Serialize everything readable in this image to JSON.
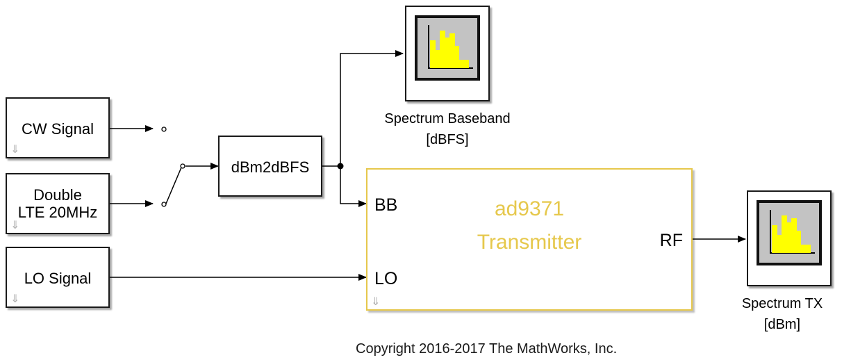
{
  "blocks": {
    "cw_signal": {
      "label": "CW Signal"
    },
    "double_lte": {
      "line1": "Double",
      "line2": "LTE 20MHz"
    },
    "lo_signal": {
      "label": "LO Signal"
    },
    "dbm2dbfs": {
      "label": "dBm2dBFS"
    },
    "transmitter": {
      "title_line1": "ad9371",
      "title_line2": "Transmitter",
      "port_bb": "BB",
      "port_lo": "LO",
      "port_rf": "RF"
    },
    "spectrum_baseband": {
      "line1": "Spectrum Baseband",
      "line2": "[dBFS]"
    },
    "spectrum_tx": {
      "line1": "Spectrum TX",
      "line2": "[dBm]"
    }
  },
  "copyright": "Copyright 2016-2017 The MathWorks, Inc.",
  "icons": {
    "scope": "spectrum-scope-icon",
    "sample_time": "down-arrow-icon"
  },
  "colors": {
    "transmitter_accent": "#e6c84c",
    "scope_bars": "#ffff00",
    "scope_background": "#c3c3c3"
  }
}
